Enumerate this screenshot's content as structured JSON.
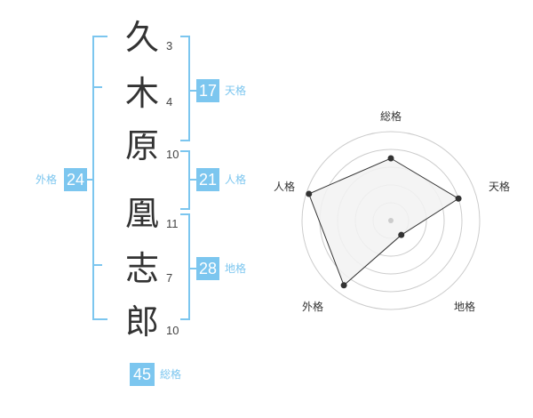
{
  "name": {
    "chars": [
      {
        "char": "久",
        "strokes": "3"
      },
      {
        "char": "木",
        "strokes": "4"
      },
      {
        "char": "原",
        "strokes": "10"
      },
      {
        "char": "凰",
        "strokes": "11"
      },
      {
        "char": "志",
        "strokes": "7"
      },
      {
        "char": "郎",
        "strokes": "10"
      }
    ]
  },
  "fortunes": {
    "tenkaku": {
      "value": "17",
      "label": "天格"
    },
    "jinkaku": {
      "value": "21",
      "label": "人格"
    },
    "chikaku": {
      "value": "28",
      "label": "地格"
    },
    "gaikaku": {
      "value": "24",
      "label": "外格"
    },
    "soukaku": {
      "value": "45",
      "label": "総格"
    }
  },
  "chart_data": {
    "type": "radar",
    "axes": [
      "総格",
      "天格",
      "地格",
      "外格",
      "人格"
    ],
    "values": [
      0.7,
      0.8,
      0.2,
      0.9,
      0.97
    ],
    "scale_max": 1,
    "rings": 5
  },
  "colors": {
    "accent": "#7cc6ef",
    "radar_fill": "#f2f2f2",
    "radar_line": "#333333",
    "ring": "#cccccc"
  }
}
